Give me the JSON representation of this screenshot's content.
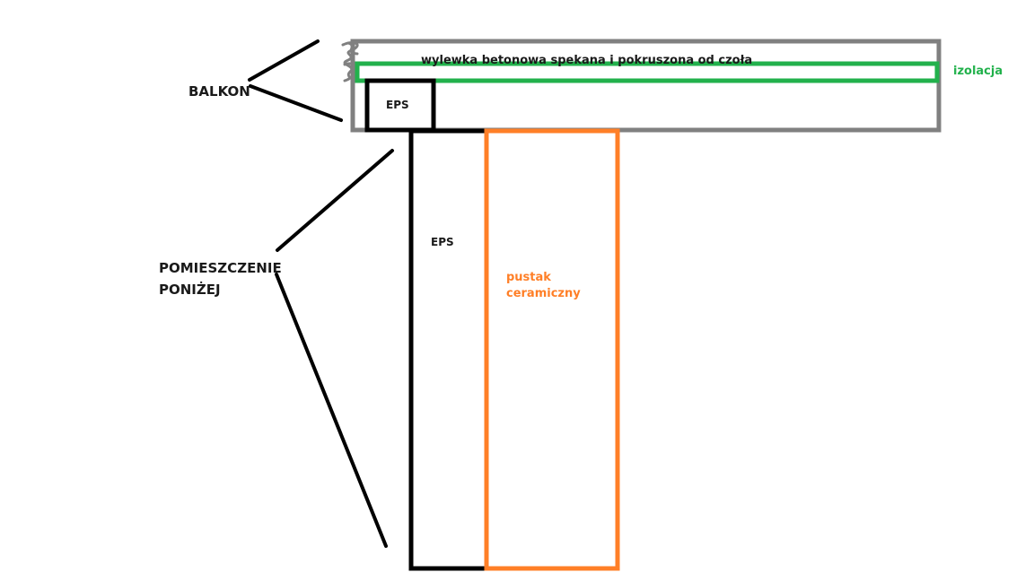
{
  "diagram": {
    "title": "Balcony slab and wall cross-section sketch",
    "labels": {
      "balkon": "BALKON",
      "room_below_line1": "POMIESZCZENIE",
      "room_below_line2": "PONIŻEJ",
      "screed": "wylewka betonowa spekana i pokruszona od czoła",
      "insulation": "izolacja",
      "eps_top": "EPS",
      "eps_wall": "EPS",
      "brick_line1": "pustak",
      "brick_line2": "ceramiczny"
    },
    "colors": {
      "slab": "#808080",
      "insulation": "#22b14c",
      "eps": "#000000",
      "brick": "#ff7f27",
      "leader_lines": "#000000",
      "text": "#1a1a1a"
    }
  }
}
